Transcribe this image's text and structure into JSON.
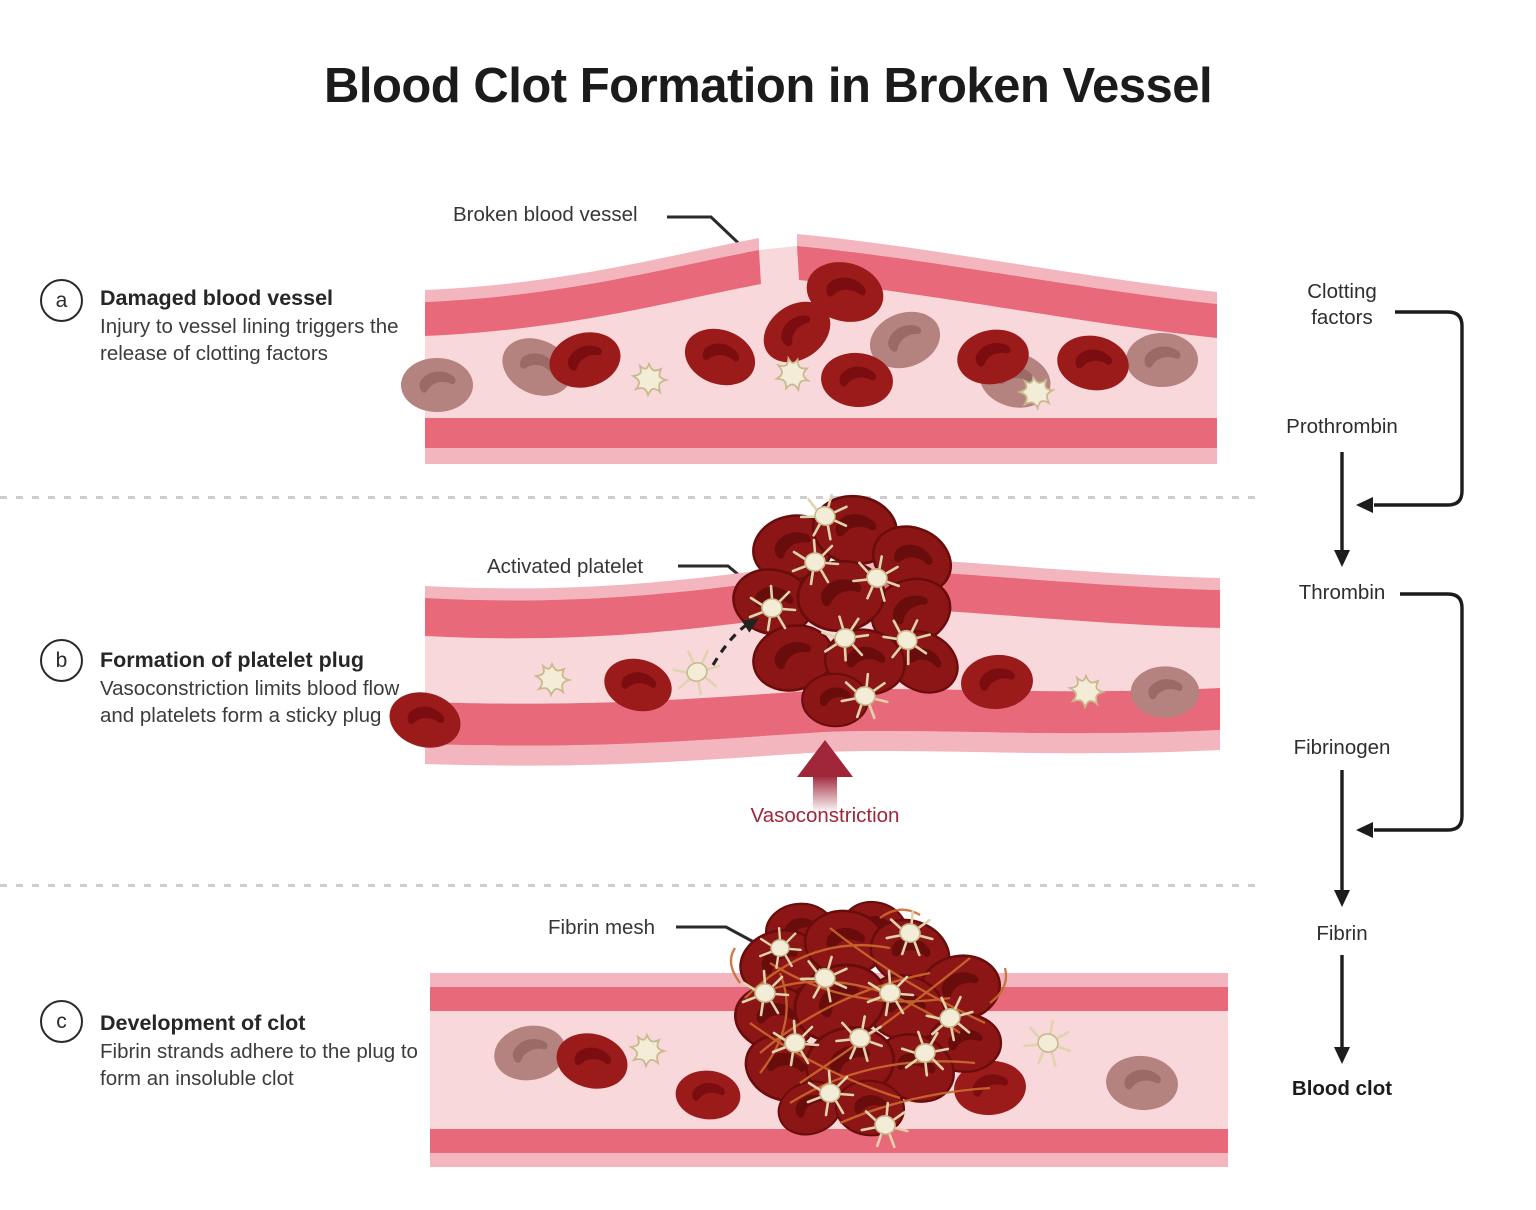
{
  "title": "Blood Clot Formation in Broken Vessel",
  "steps": [
    {
      "id": "a",
      "heading": "Damaged blood vessel",
      "description": "Injury to vessel lining triggers the release of clotting factors"
    },
    {
      "id": "b",
      "heading": "Formation of platelet plug",
      "description": "Vasoconstriction limits blood flow and platelets form a sticky plug"
    },
    {
      "id": "c",
      "heading": "Development of clot",
      "description": "Fibrin strands adhere to the plug to form an insoluble clot"
    }
  ],
  "annotations": {
    "broken_vessel": "Broken blood vessel",
    "activated_platelet": "Activated platelet",
    "vasoconstriction": "Vasoconstriction",
    "fibrin_mesh": "Fibrin mesh"
  },
  "cascade": {
    "nodes": [
      {
        "label": "Clotting factors"
      },
      {
        "label": "Prothrombin"
      },
      {
        "label": "Thrombin"
      },
      {
        "label": "Fibrinogen"
      },
      {
        "label": "Fibrin"
      },
      {
        "label": "Blood clot"
      }
    ]
  },
  "colors": {
    "vessel_wall": "#e7697a",
    "vessel_outer": "#f3b6be",
    "vessel_lumen": "#f8d8db",
    "rbc": "#9b1a1a",
    "rbc_shadow": "#7b0d10",
    "rbc_faded": "#b5837f",
    "clot_cell": "#8c1515",
    "platelet": "#f3edd8",
    "platelet_outline": "#c9b98e",
    "fibrin_strand": "#cc6a2f",
    "vasoconstriction": "#a02639",
    "cascade_line": "#1c1c1c",
    "divider": "#cdcdcd"
  }
}
